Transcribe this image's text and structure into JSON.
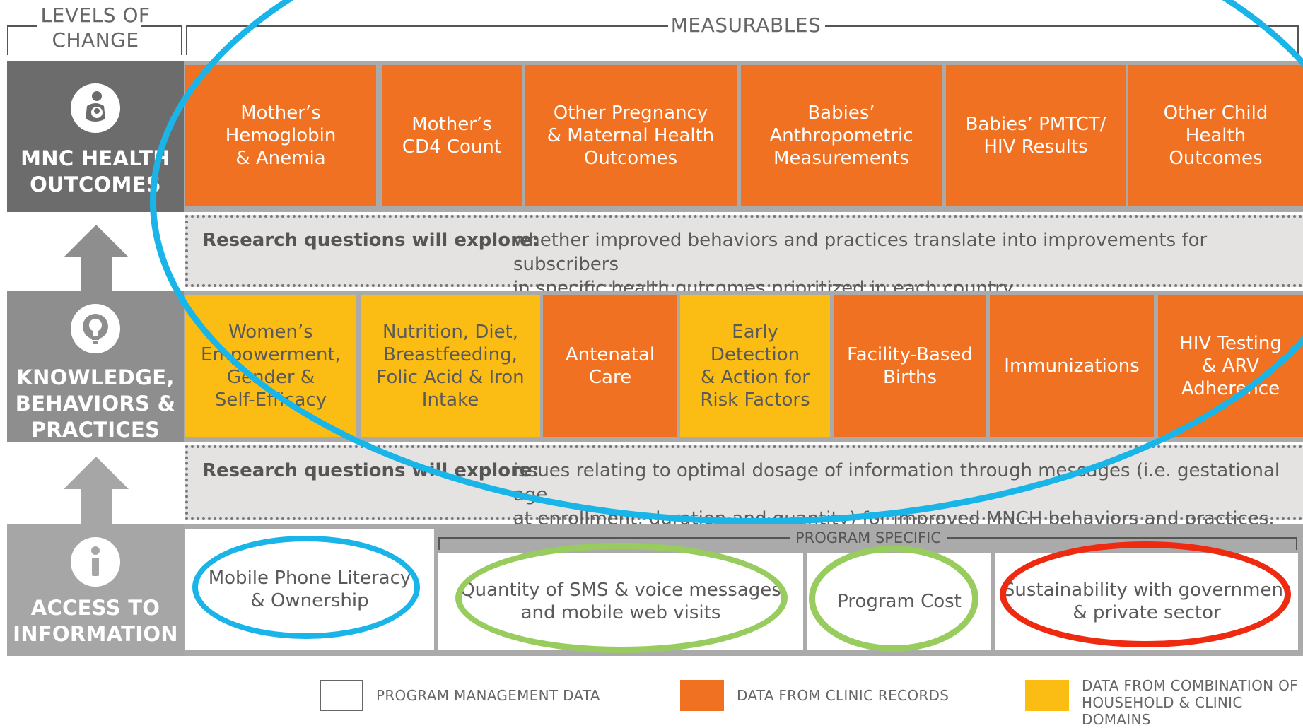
{
  "header": {
    "levels_of_change": "LEVELS OF\nCHANGE",
    "levels_line1": "LEVELS OF",
    "levels_line2": "CHANGE",
    "measurables": "MEASURABLES"
  },
  "levels": {
    "health_outcomes": {
      "line1": "MNC HEALTH",
      "line2": "OUTCOMES",
      "icon": "mother-child-icon"
    },
    "knowledge": {
      "line1": "KNOWLEDGE,",
      "line2": "BEHAVIORS &",
      "line3": "PRACTICES",
      "icon": "lightbulb-head-icon"
    },
    "access": {
      "line1": "ACCESS TO",
      "line2": "INFORMATION",
      "icon": "info-icon"
    }
  },
  "health_outcome_cells": [
    {
      "line1": "Mother’s",
      "line2": "Hemoglobin",
      "line3": "& Anemia"
    },
    {
      "line1": "Mother’s",
      "line2": "CD4 Count"
    },
    {
      "line1": "Other Pregnancy",
      "line2": "& Maternal Health",
      "line3": "Outcomes"
    },
    {
      "line1": "Babies’",
      "line2": "Anthropometric",
      "line3": "Measurements"
    },
    {
      "line1": "Babies’ PMTCT/",
      "line2": "HIV Results"
    },
    {
      "line1": "Other Child",
      "line2": "Health",
      "line3": "Outcomes"
    }
  ],
  "research_1": {
    "label": "Research questions will explore:",
    "line1": "whether improved behaviors and practices translate into improvements for subscribers",
    "line2": "in specific health outcomes prioritized in each country."
  },
  "knowledge_cells": [
    {
      "line1": "Women’s",
      "line2": "Empowerment,",
      "line3": "Gender &",
      "line4": "Self-Efficacy"
    },
    {
      "line1": "Nutrition, Diet,",
      "line2": "Breastfeeding,",
      "line3": "Folic Acid & Iron",
      "line4": "Intake"
    },
    {
      "line1": "Antenatal",
      "line2": "Care"
    },
    {
      "line1": "Early",
      "line2": "Detection",
      "line3": "& Action for",
      "line4": "Risk Factors"
    },
    {
      "line1": "Facility-Based",
      "line2": "Births"
    },
    {
      "line1": "Immunizations"
    },
    {
      "line1": "HIV Testing",
      "line2": "& ARV",
      "line3": "Adherence"
    }
  ],
  "research_2": {
    "label": "Research questions will explore:",
    "line1": "issues relating to optimal dosage of information through messages (i.e. gestational age",
    "line2": "at enrollment, duration and quantity) for improved MNCH behaviors and practices."
  },
  "access_cells": {
    "program_specific": "PROGRAM SPECIFIC",
    "literacy": {
      "line1": "Mobile Phone Literacy",
      "line2": "& Ownership"
    },
    "quantity": {
      "line1": "Quantity of SMS & voice messages",
      "line2": "and mobile web visits"
    },
    "cost": {
      "line1": "Program Cost"
    },
    "sustainability": {
      "line1": "Sustainability with government",
      "line2": "& private sector"
    }
  },
  "legend": {
    "program_management": "PROGRAM MANAGEMENT DATA",
    "clinic_records": "DATA FROM CLINIC RECORDS",
    "combination_line1": "DATA FROM COMBINATION OF",
    "combination_line2": "HOUSEHOLD & CLINIC DOMAINS"
  },
  "colors": {
    "orange": "#f07122",
    "yellow": "#fbbd14",
    "dark_gray": "#6c6c6c",
    "blue_circle": "#19b4e8",
    "green_circle": "#99cc5f",
    "red_circle": "#ee2a10"
  }
}
